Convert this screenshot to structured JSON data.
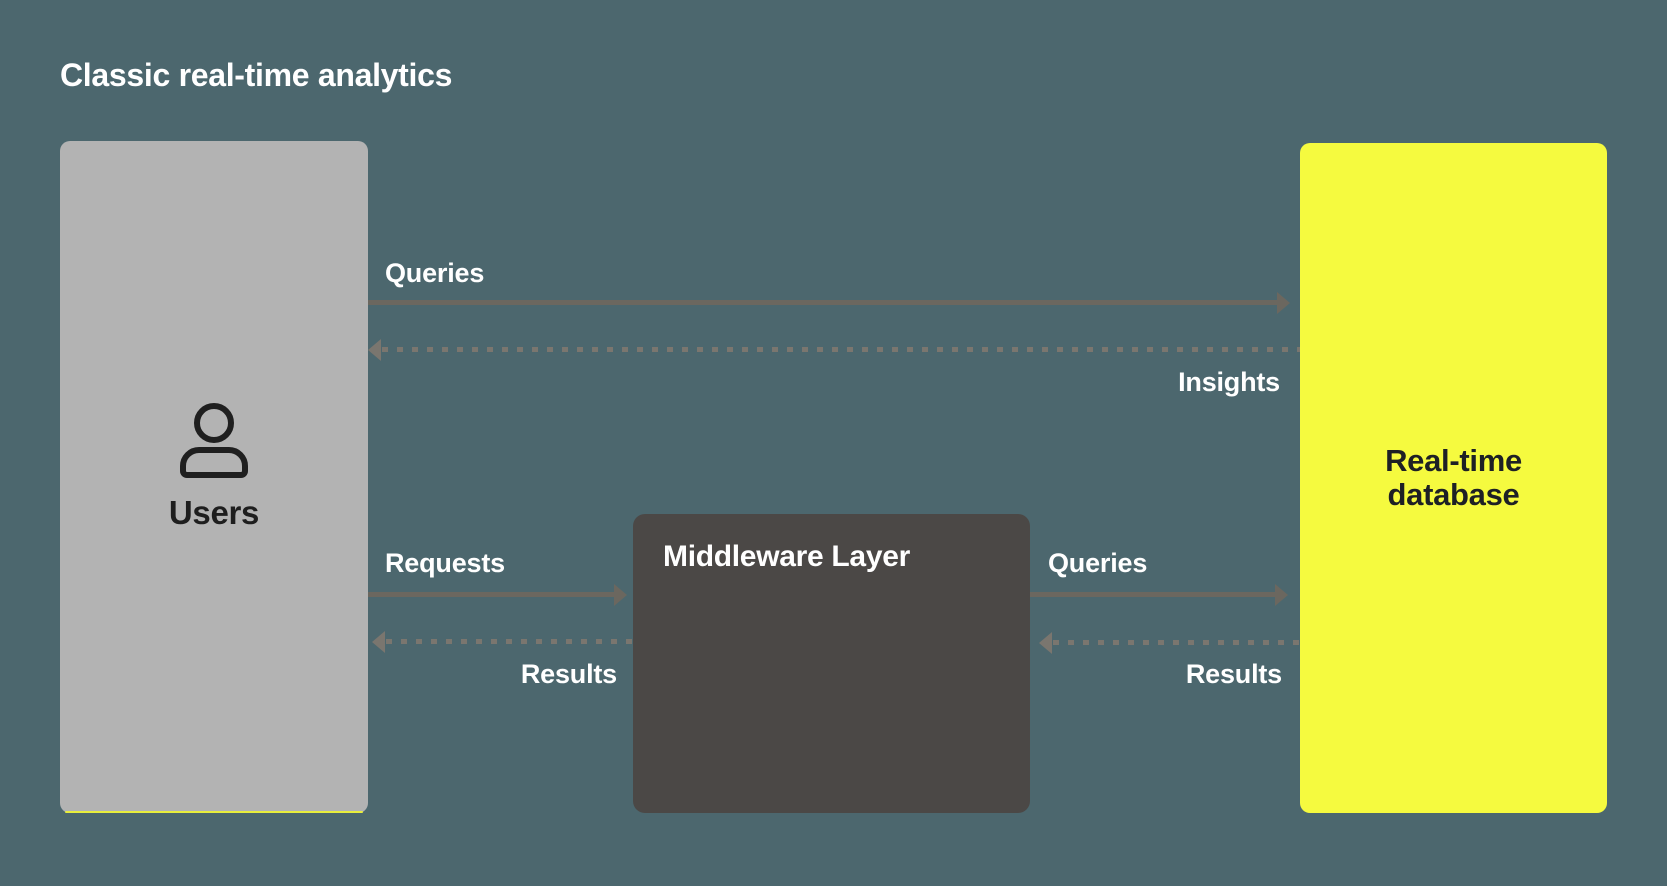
{
  "title": "Classic real-time analytics",
  "nodes": {
    "users": {
      "label": "Users",
      "icon": "user-icon",
      "color": "#B3B3B3"
    },
    "middleware": {
      "label": "Middleware Layer",
      "color": "#4B4846"
    },
    "database": {
      "label": "Real-time database",
      "color": "#F5FA3F"
    }
  },
  "edges": [
    {
      "from": "users",
      "to": "database",
      "label": "Queries",
      "style": "solid",
      "direction": "right"
    },
    {
      "from": "database",
      "to": "users",
      "label": "Insights",
      "style": "dashed",
      "direction": "left"
    },
    {
      "from": "users",
      "to": "middleware",
      "label": "Requests",
      "style": "solid",
      "direction": "right"
    },
    {
      "from": "middleware",
      "to": "users",
      "label": "Results",
      "style": "dashed",
      "direction": "left"
    },
    {
      "from": "middleware",
      "to": "database",
      "label": "Queries",
      "style": "solid",
      "direction": "right"
    },
    {
      "from": "database",
      "to": "middleware",
      "label": "Results",
      "style": "dashed",
      "direction": "left"
    }
  ],
  "colors": {
    "background": "#4C676E",
    "solid_arrow": "#6B675F",
    "dashed_arrow": "#7A766F",
    "edge_label_text": "#FFFFFF",
    "node_dark_text": "#1E1E1E",
    "users_accent_line": "#E8EE3C"
  }
}
